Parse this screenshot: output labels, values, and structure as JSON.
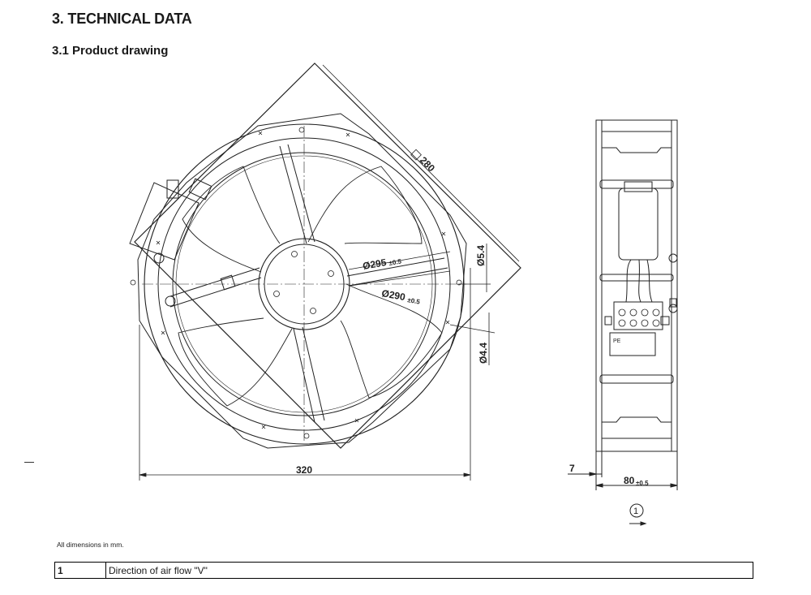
{
  "header": {
    "title": "3. TECHNICAL DATA",
    "subtitle": "3.1 Product drawing"
  },
  "drawing": {
    "dim_280": "280",
    "dim_dia295": "Ø295",
    "dim_dia295_tol": "±0.5",
    "dim_dia290": "Ø290",
    "dim_dia290_tol": "±0.5",
    "dim_54": "Ø5.4",
    "dim_44": "Ø4.4",
    "dim_320": "320",
    "dim_7": "7",
    "dim_80": "80",
    "dim_80_tol": "±0.5",
    "pe_label": "PE",
    "airflow_marker": "1"
  },
  "footnote": "All dimensions in mm.",
  "legend": [
    {
      "number": "1",
      "text": "Direction of air flow \"V\""
    }
  ]
}
